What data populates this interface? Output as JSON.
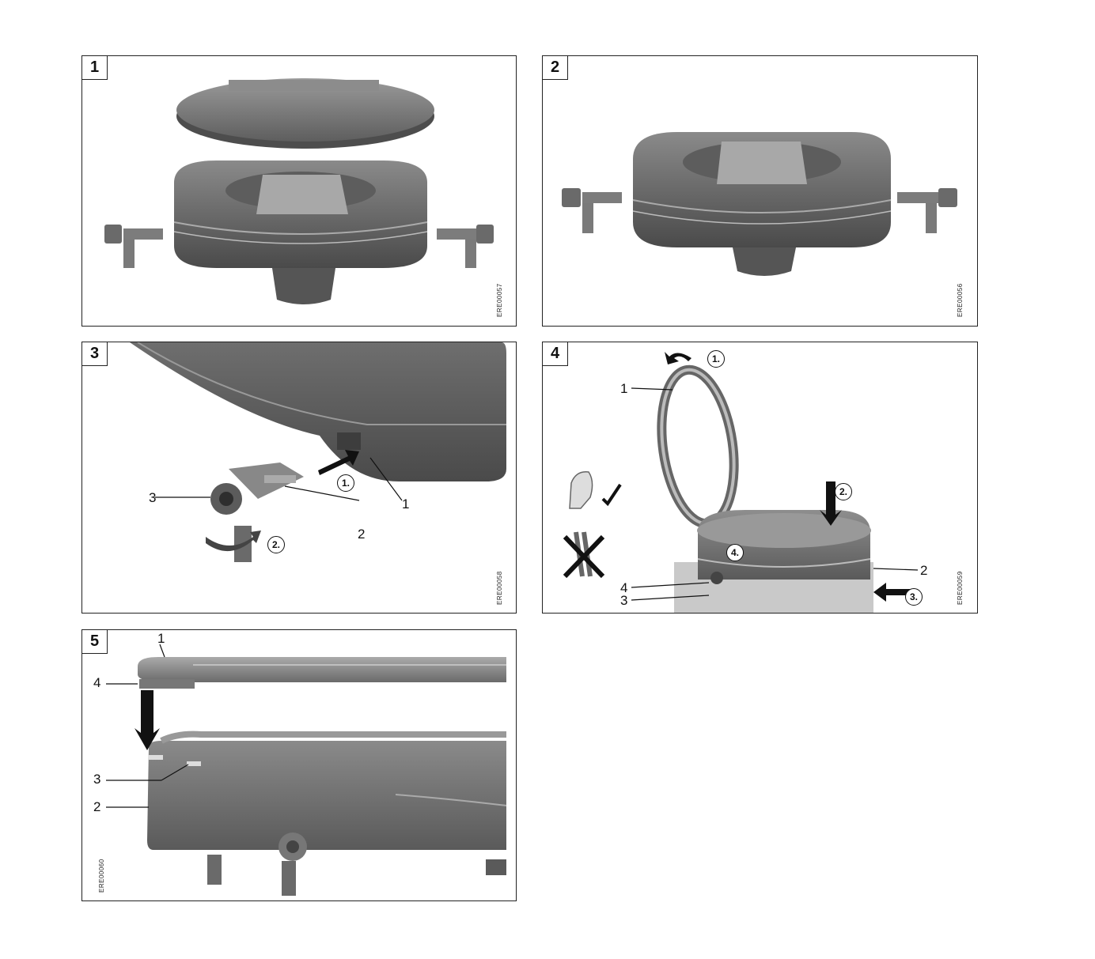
{
  "panels": [
    {
      "number": "1",
      "code": "ERE00057"
    },
    {
      "number": "2",
      "code": "ERE00056"
    },
    {
      "number": "3",
      "code": "ERE00058",
      "callouts": [
        "1",
        "2",
        "3"
      ],
      "steps": [
        "1.",
        "2."
      ]
    },
    {
      "number": "4",
      "code": "ERE00059",
      "callouts": [
        "1",
        "2",
        "3",
        "4"
      ],
      "steps": [
        "1.",
        "2.",
        "3.",
        "4."
      ]
    },
    {
      "number": "5",
      "code": "ERE00060",
      "callouts": [
        "1",
        "2",
        "3",
        "4"
      ]
    }
  ],
  "colors": {
    "frame": "#222222",
    "plastic_dark": "#555555",
    "plastic_mid": "#7a7a7a",
    "plastic_light": "#b5b5b5"
  }
}
